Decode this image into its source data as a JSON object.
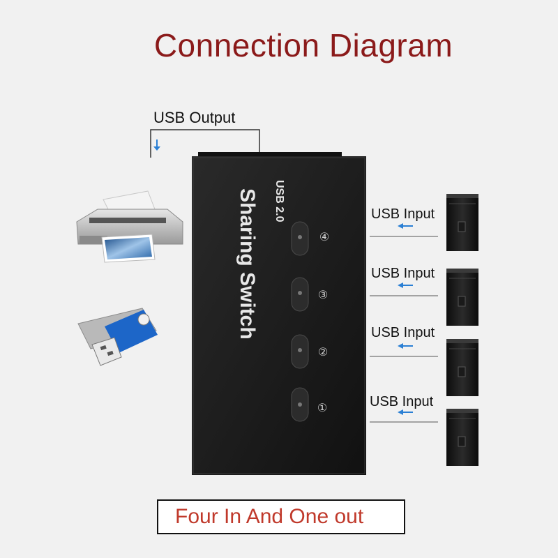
{
  "diagram": {
    "title": "Connection Diagram",
    "output_label": "USB Output",
    "input_labels": [
      "USB Input",
      "USB Input",
      "USB Input",
      "USB Input"
    ],
    "device": {
      "brand_text": "USB 2.0",
      "name_text": "Sharing Switch",
      "port_numbers": [
        "④",
        "③",
        "②",
        "①"
      ]
    },
    "caption": "Four In And One out"
  },
  "colors": {
    "title": "#8b1a1a",
    "caption": "#c0392b",
    "arrow": "#2a7fd4",
    "device_body": "#1b1b1b"
  }
}
